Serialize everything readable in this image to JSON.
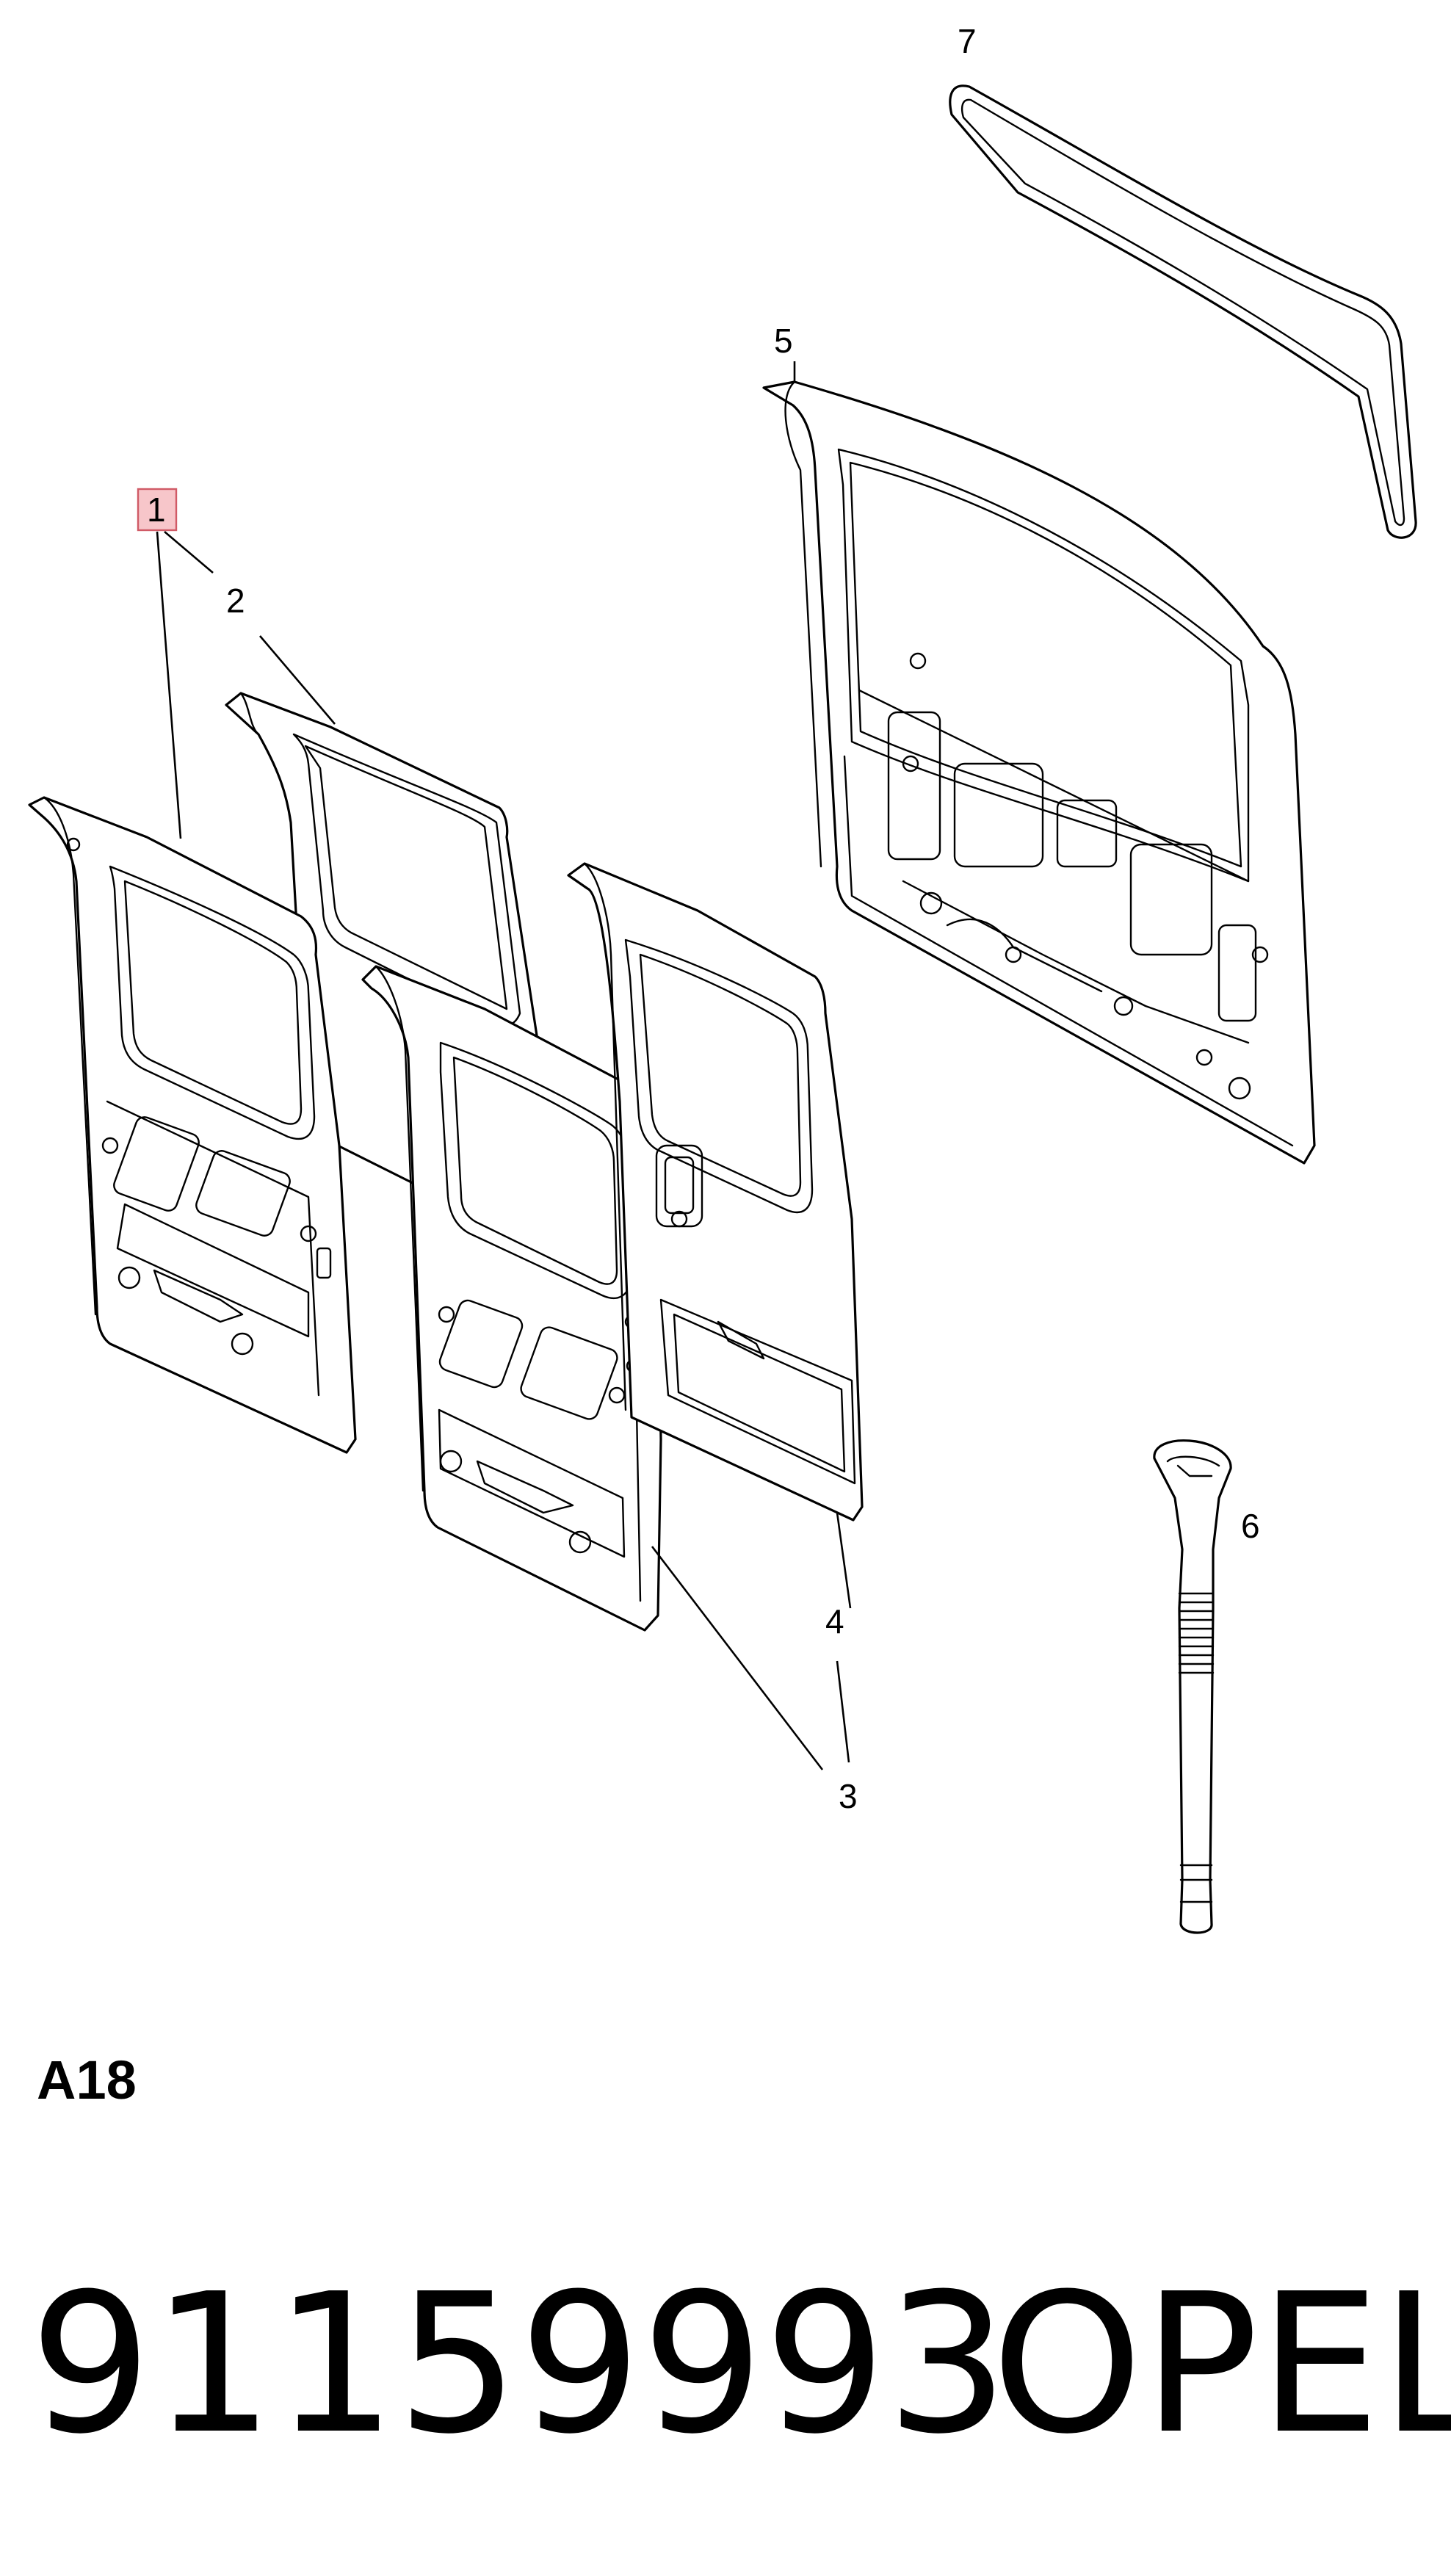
{
  "diagram": {
    "callouts": {
      "c1": "1",
      "c2": "2",
      "c3": "3",
      "c4": "4",
      "c5": "5",
      "c6": "6",
      "c7": "7"
    },
    "highlighted_callout": "1",
    "colors": {
      "highlight_fill": "#f7c6ca",
      "highlight_stroke": "#d05a66",
      "line": "#000000"
    }
  },
  "section_code": "A18",
  "footer": {
    "part_number": "91159993",
    "brand": "OPEL"
  }
}
